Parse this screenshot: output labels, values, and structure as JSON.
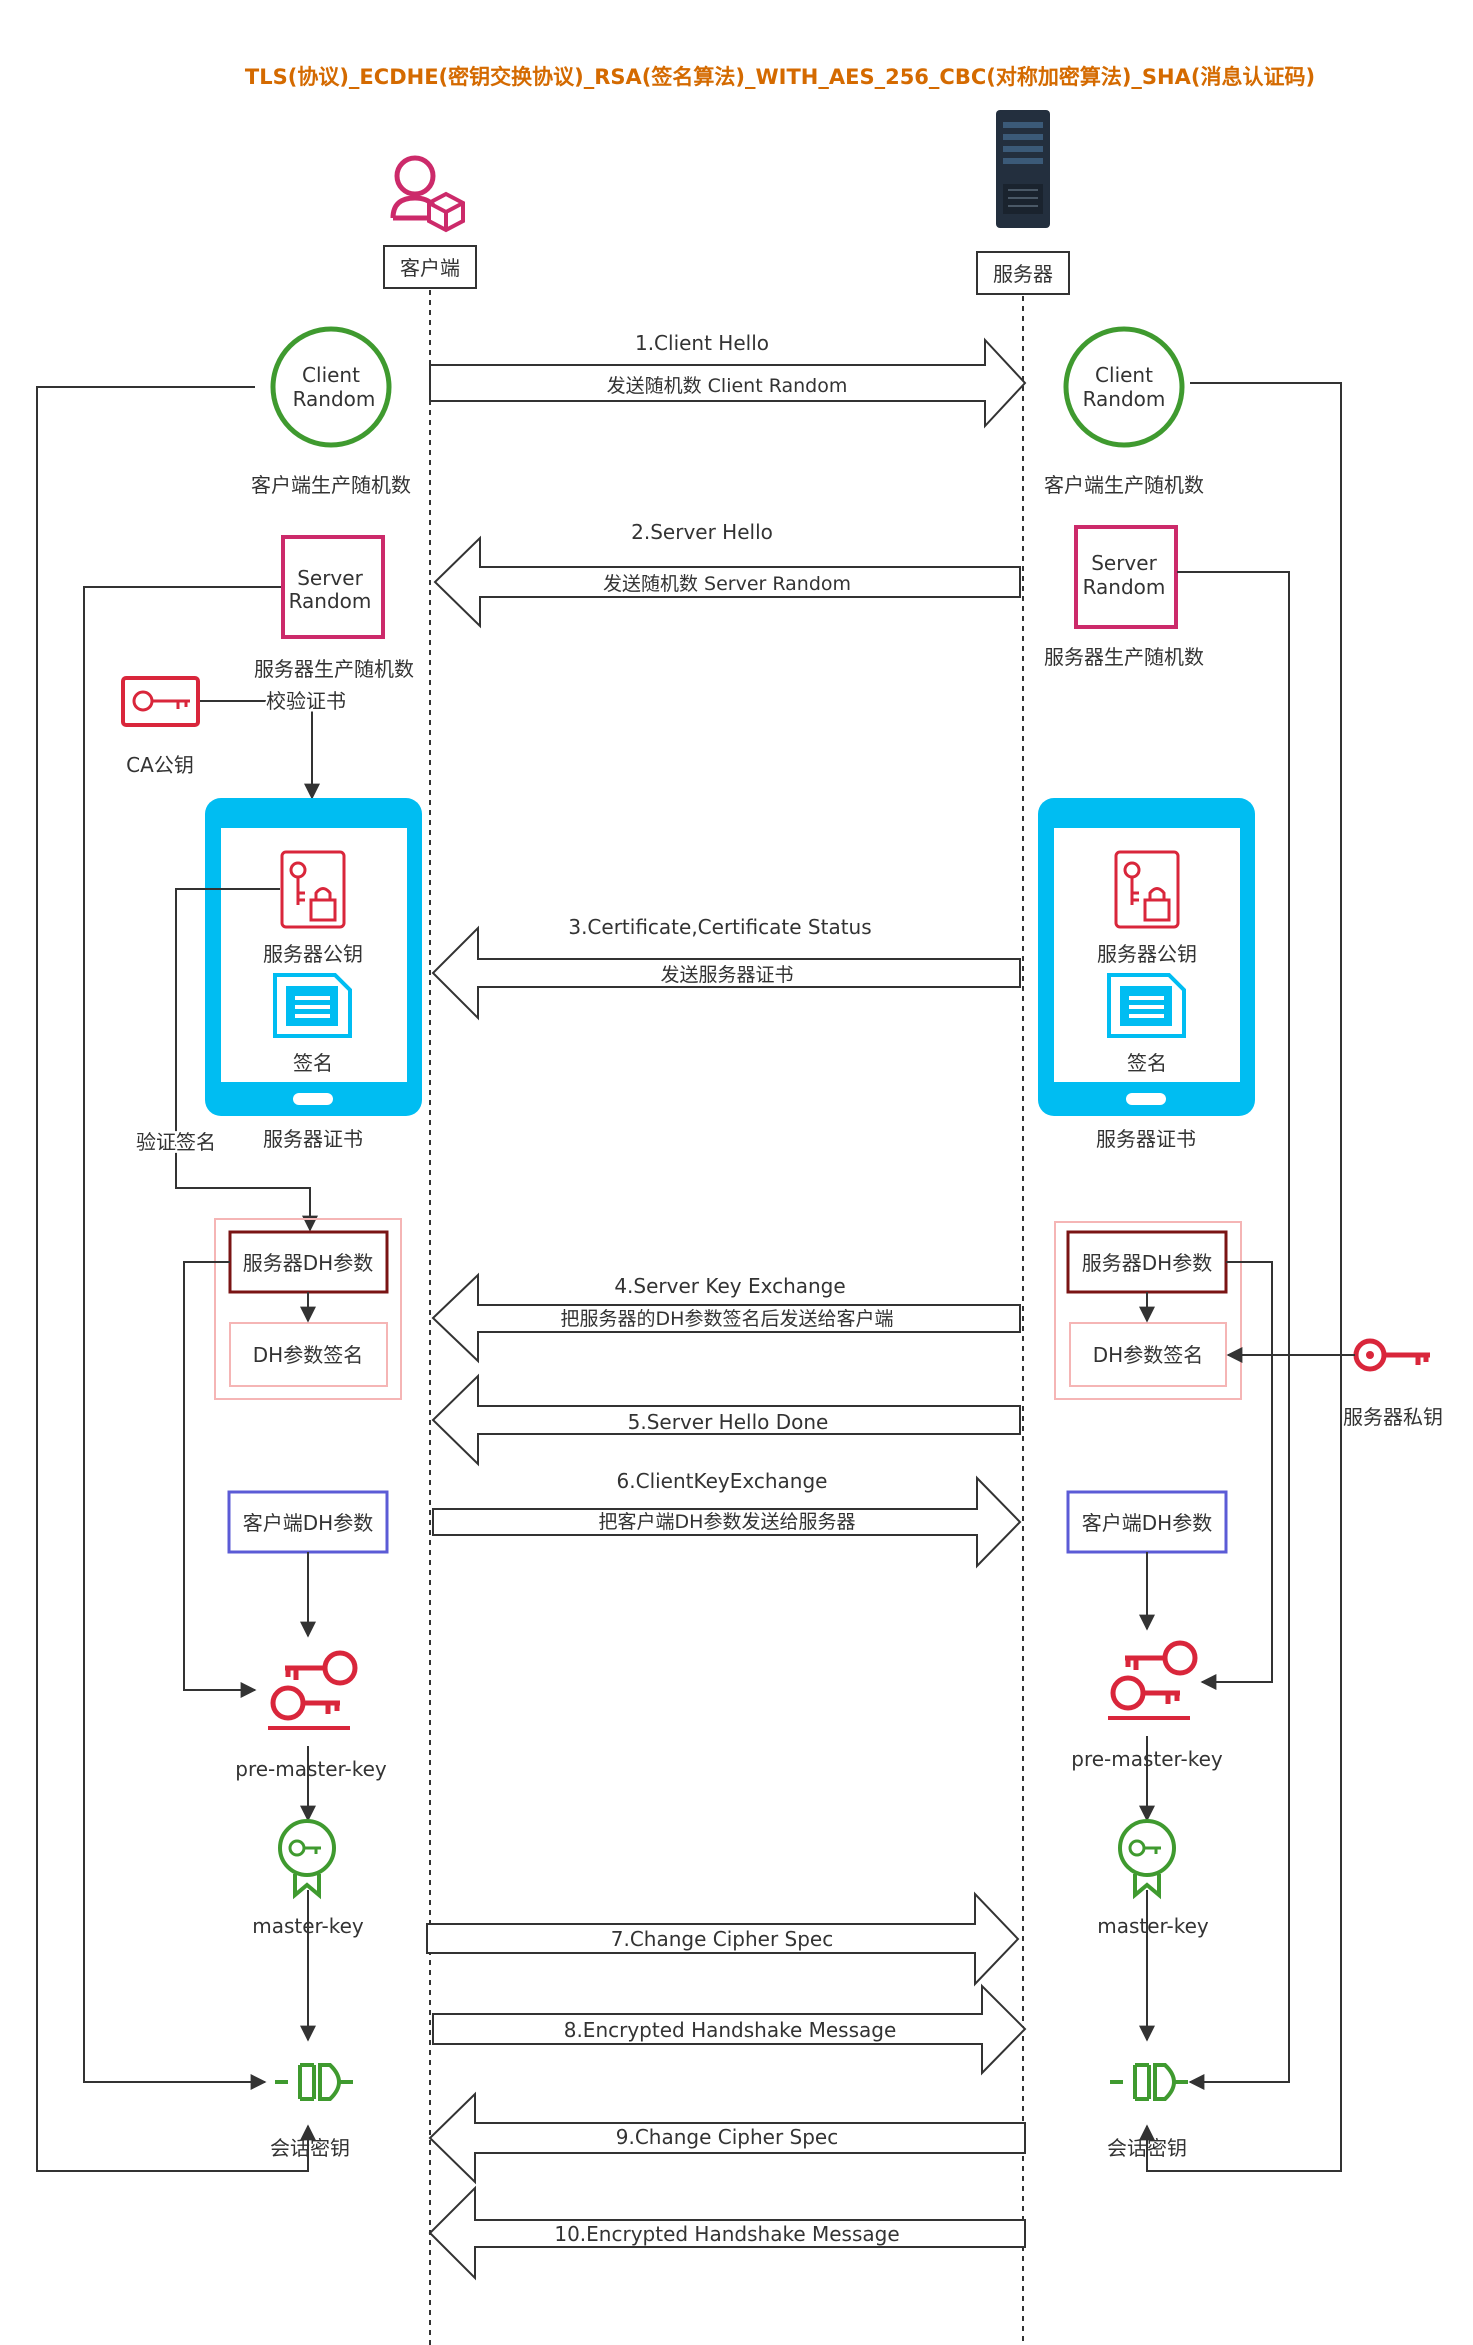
{
  "title": "TLS(协议)_ECDHE(密钥交换协议)_RSA(签名算法)_WITH_AES_256_CBC(对称加密算法)_SHA(消息认证码)",
  "colors": {
    "title": "#d46a00",
    "green": "#3f9a2f",
    "pink": "#cc2a6a",
    "red": "#d9263b",
    "cyan": "#00bdf2",
    "darkred": "#7a1414",
    "blue": "#5b5bd6",
    "line": "#333333"
  },
  "actors": {
    "client": "客户端",
    "server": "服务器"
  },
  "client": {
    "client_random": [
      "Client",
      "Random"
    ],
    "client_random_caption": "客户端生产随机数",
    "server_random": [
      "Server",
      "Random"
    ],
    "server_random_caption": "服务器生产随机数",
    "verify_cert": "校验证书",
    "ca_key": "CA公钥",
    "cert_pubkey": "服务器公钥",
    "cert_sign": "签名",
    "cert_caption": "服务器证书",
    "verify_sign": "验证签名",
    "server_dh": "服务器DH参数",
    "dh_sign": "DH参数签名",
    "client_dh": "客户端DH参数",
    "pre_master": "pre-master-key",
    "master": "master-key",
    "session_key": "会话密钥"
  },
  "server": {
    "client_random": [
      "Client",
      "Random"
    ],
    "client_random_caption": "客户端生产随机数",
    "server_random": [
      "Server",
      "Random"
    ],
    "server_random_caption": "服务器生产随机数",
    "cert_pubkey": "服务器公钥",
    "cert_sign": "签名",
    "cert_caption": "服务器证书",
    "server_dh": "服务器DH参数",
    "dh_sign": "DH参数签名",
    "private_key": "服务器私钥",
    "client_dh": "客户端DH参数",
    "pre_master": "pre-master-key",
    "master": "master-key",
    "session_key": "会话密钥"
  },
  "messages": [
    {
      "name": "1.Client Hello",
      "desc": "发送随机数 Client Random",
      "dir": "right"
    },
    {
      "name": "2.Server Hello",
      "desc": "发送随机数 Server Random",
      "dir": "left"
    },
    {
      "name": "3.Certificate,Certificate Status",
      "desc": "发送服务器证书",
      "dir": "left"
    },
    {
      "name": "4.Server Key Exchange",
      "desc": "把服务器的DH参数签名后发送给客户端",
      "dir": "left"
    },
    {
      "name": "5.Server Hello Done",
      "desc": "",
      "dir": "left"
    },
    {
      "name": "6.ClientKeyExchange",
      "desc": "把客户端DH参数发送给服务器",
      "dir": "right"
    },
    {
      "name": "7.Change Cipher Spec",
      "desc": "",
      "dir": "right"
    },
    {
      "name": "8.Encrypted Handshake Message",
      "desc": "",
      "dir": "right"
    },
    {
      "name": "9.Change Cipher Spec",
      "desc": "",
      "dir": "left"
    },
    {
      "name": "10.Encrypted Handshake Message",
      "desc": "",
      "dir": "left"
    }
  ]
}
